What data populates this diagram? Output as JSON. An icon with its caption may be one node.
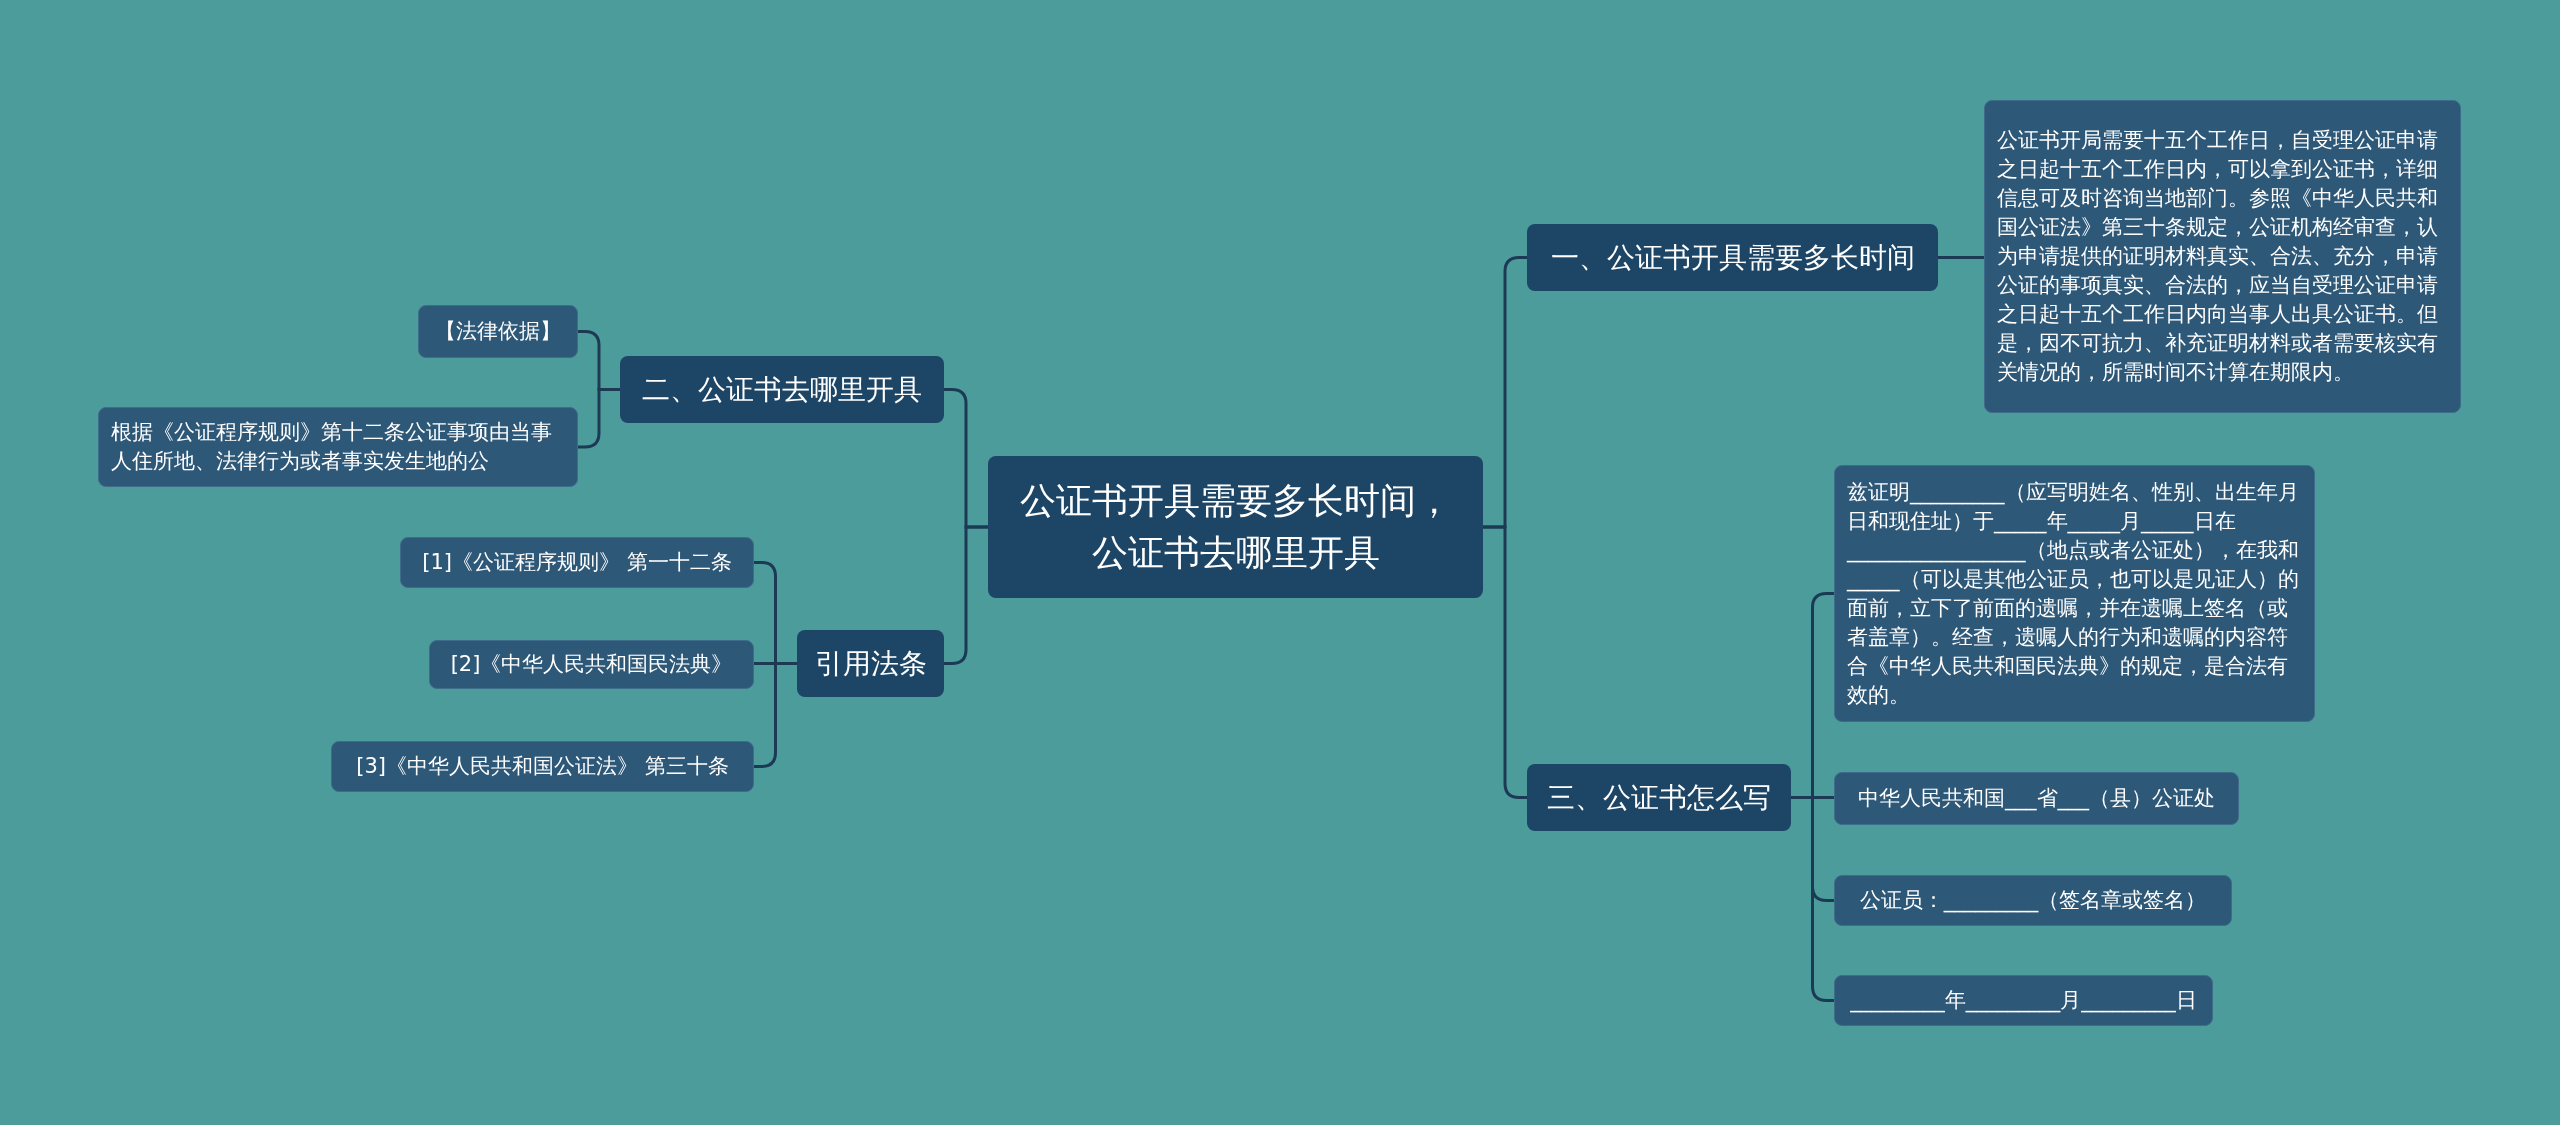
{
  "diagram": {
    "nodes": [
      {
        "text": [
          "公证书开具需要多长时间，公证书去哪里开具"
        ]
      },
      {
        "text": [
          "一、公证书开具需要多长时间"
        ]
      },
      {
        "text": [
          "公证书开局需要十五个工作日，自受理公证申请之日起十五个工作日内，可以拿到公证书，详细信息可及时咨询当地部门。参照《中华人民共和国公证法》第三十条规定，公证机构经审查，认为申请提供的证明材料真实、合法、充分，申请公证的事项真实、合法的，应当自受理公证申请之日起十五个工作日内向当事人出具公证书。但是，因不可抗力、补充证明材料或者需要核实有关情况的，所需时间不计算在期限内。"
        ]
      },
      {
        "text": [
          "三、公证书怎么写"
        ]
      },
      {
        "text": [
          "兹证明_________（应写明姓名、性别、出生年月日和现住址）于_____年_____月_____日在_________________（地点或者公证处），在我和_____（可以是其他公证员，也可以是见证人）的面前，立下了前面的遗嘱，并在遗嘱上签名（或者盖章）。经查，遗嘱人的行为和遗嘱的内容符合《中华人民共和国民法典》的规定，是合法有效的。"
        ]
      },
      {
        "text": [
          "中华人民共和国___省___（县）公证处"
        ]
      },
      {
        "text": [
          "公证员：_________（签名章或签名）"
        ]
      },
      {
        "text": [
          "_________年_________月_________日"
        ]
      },
      {
        "text": [
          "二、公证书去哪里开具"
        ]
      },
      {
        "text": [
          "【法律依据】"
        ]
      },
      {
        "text": [
          "根据《公证程序规则》第十二条公证事项由当事人住所地、法律行为或者事实发生地的公"
        ]
      },
      {
        "text": [
          "引用法条"
        ]
      },
      {
        "text": [
          "[1]《公证程序规则》 第一十二条"
        ]
      },
      {
        "text": [
          "[2]《中华人民共和国民法典》"
        ]
      },
      {
        "text": [
          "[3]《中华人民共和国公证法》 第三十条"
        ]
      }
    ],
    "edges": [
      {
        "from": 0,
        "to": 1,
        "arrow": "none"
      },
      {
        "from": 0,
        "to": 3,
        "arrow": "none"
      },
      {
        "from": 0,
        "to": 8,
        "arrow": "none"
      },
      {
        "from": 0,
        "to": 11,
        "arrow": "none"
      },
      {
        "from": 1,
        "to": 2,
        "arrow": "none"
      },
      {
        "from": 3,
        "to": 4,
        "arrow": "none"
      },
      {
        "from": 3,
        "to": 5,
        "arrow": "none"
      },
      {
        "from": 3,
        "to": 6,
        "arrow": "none"
      },
      {
        "from": 3,
        "to": 7,
        "arrow": "none"
      },
      {
        "from": 8,
        "to": 9,
        "arrow": "none"
      },
      {
        "from": 8,
        "to": 10,
        "arrow": "none"
      },
      {
        "from": 11,
        "to": 12,
        "arrow": "none"
      },
      {
        "from": 11,
        "to": 13,
        "arrow": "none"
      },
      {
        "from": 11,
        "to": 14,
        "arrow": "none"
      }
    ]
  }
}
